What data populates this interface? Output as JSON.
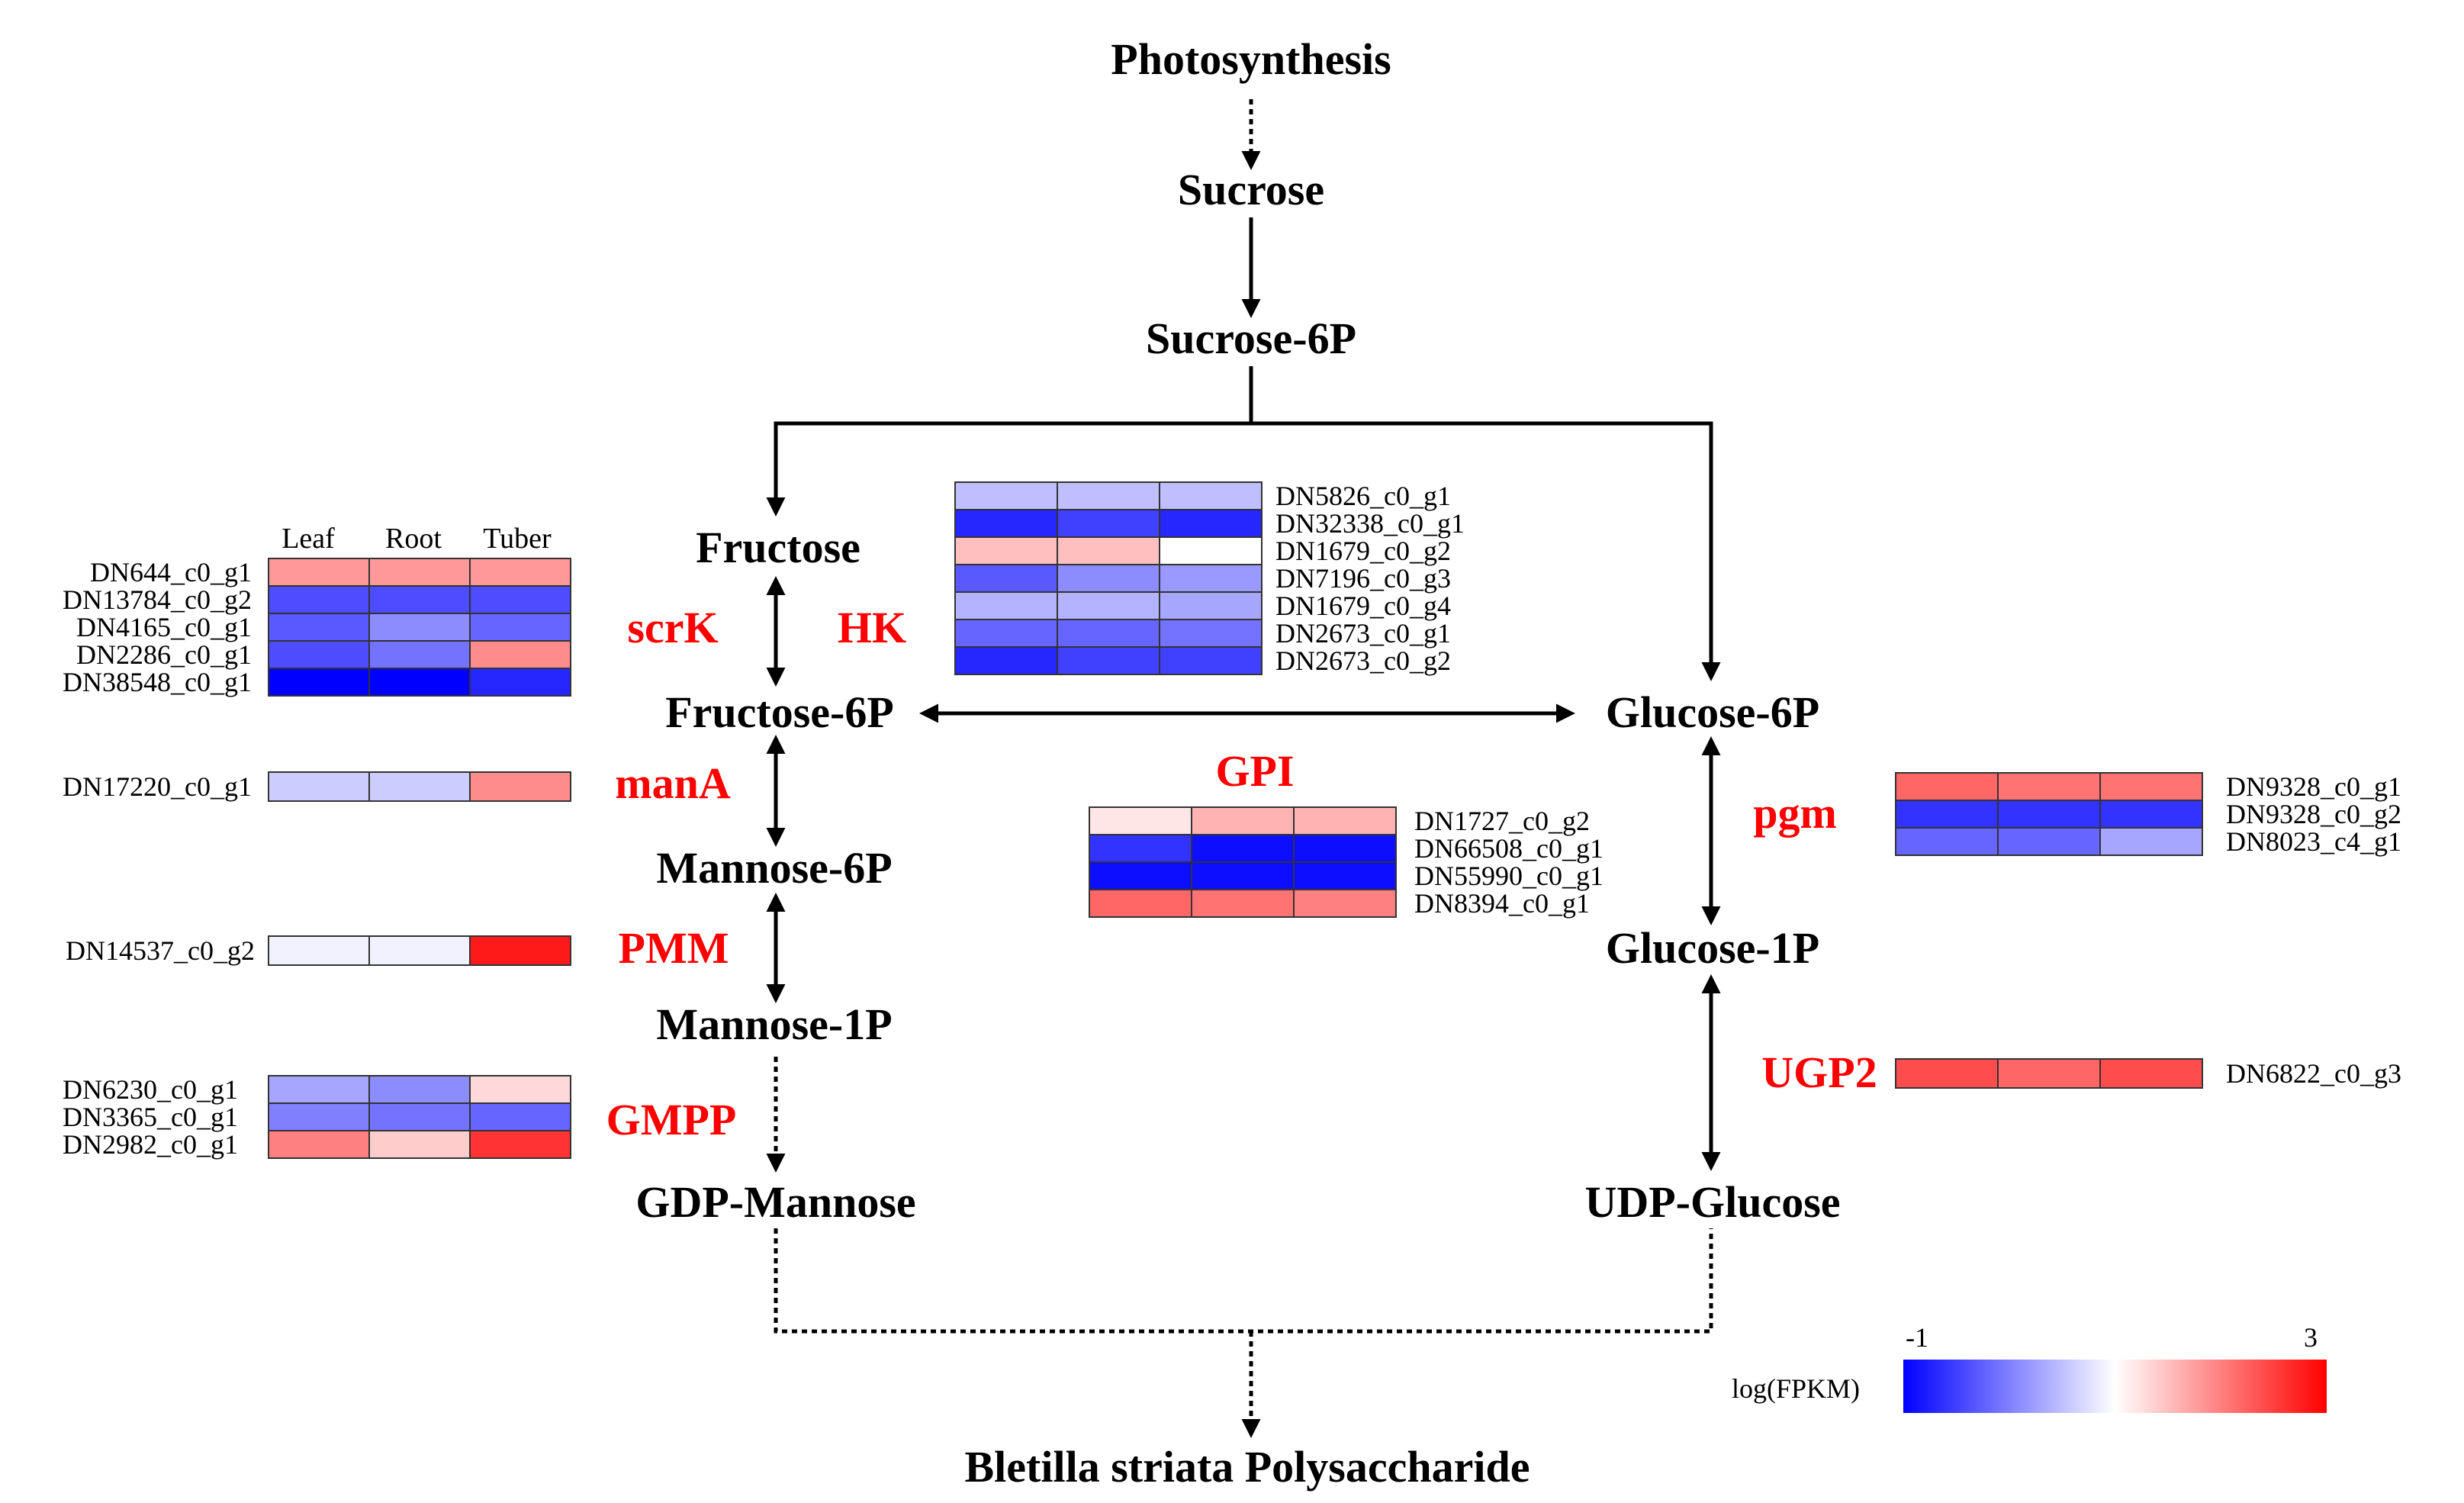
{
  "metabolites": {
    "photosynthesis": "Photosynthesis",
    "sucrose": "Sucrose",
    "sucrose6p": "Sucrose-6P",
    "fructose": "Fructose",
    "fructose6p": "Fructose-6P",
    "glucose6p": "Glucose-6P",
    "mannose6p": "Mannose-6P",
    "mannose1p": "Mannose-1P",
    "glucose1p": "Glucose-1P",
    "gdpmannose": "GDP-Mannose",
    "udpglucose": "UDP-Glucose",
    "product": "Bletilla striata Polysaccharide"
  },
  "enzymes": {
    "scrK": "scrK",
    "HK": "HK",
    "manA": "manA",
    "GPI": "GPI",
    "pgm": "pgm",
    "PMM": "PMM",
    "UGP2": "UGP2",
    "GMPP": "GMPP"
  },
  "columns": [
    "Leaf",
    "Root",
    "Tuber"
  ],
  "heatmaps": {
    "scrK": {
      "genes": [
        "DN644_c0_g1",
        "DN13784_c0_g2",
        "DN4165_c0_g1",
        "DN2286_c0_g1",
        "DN38548_c0_g1"
      ],
      "values": [
        [
          1.8,
          1.8,
          1.8
        ],
        [
          -0.4,
          -0.4,
          -0.4
        ],
        [
          -0.3,
          0.1,
          -0.2
        ],
        [
          -0.4,
          -0.1,
          1.9
        ],
        [
          -1.0,
          -1.0,
          -0.7
        ]
      ]
    },
    "HK": {
      "genes": [
        "DN5826_c0_g1",
        "DN32338_c0_g1",
        "DN1679_c0_g2",
        "DN7196_c0_g3",
        "DN1679_c0_g4",
        "DN2673_c0_g1",
        "DN2673_c0_g2"
      ],
      "values": [
        [
          0.5,
          0.5,
          0.5
        ],
        [
          -0.7,
          -0.5,
          -0.7
        ],
        [
          1.5,
          1.5,
          1.0
        ],
        [
          -0.3,
          0.1,
          0.2
        ],
        [
          0.4,
          0.4,
          0.3
        ],
        [
          -0.2,
          -0.2,
          -0.1
        ],
        [
          -0.7,
          -0.5,
          -0.5
        ]
      ]
    },
    "manA": {
      "genes": [
        "DN17220_c0_g1"
      ],
      "values": [
        [
          0.6,
          0.6,
          1.9
        ]
      ]
    },
    "GPI": {
      "genes": [
        "DN1727_c0_g2",
        "DN66508_c0_g1",
        "DN55990_c0_g1",
        "DN8394_c0_g1"
      ],
      "values": [
        [
          1.2,
          1.6,
          1.6
        ],
        [
          -0.6,
          -0.9,
          -0.9
        ],
        [
          -0.9,
          -0.9,
          -0.9
        ],
        [
          2.2,
          2.1,
          2.0
        ]
      ]
    },
    "pgm": {
      "genes": [
        "DN9328_c0_g1",
        "DN9328_c0_g2",
        "DN8023_c4_g1"
      ],
      "values": [
        [
          2.2,
          2.1,
          2.1
        ],
        [
          -0.6,
          -0.6,
          -0.6
        ],
        [
          -0.2,
          -0.2,
          0.3
        ]
      ]
    },
    "PMM": {
      "genes": [
        "DN14537_c0_g2"
      ],
      "values": [
        [
          0.9,
          0.9,
          2.8
        ]
      ]
    },
    "UGP2": {
      "genes": [
        "DN6822_c0_g3"
      ],
      "values": [
        [
          2.4,
          2.2,
          2.4
        ]
      ]
    },
    "GMPP": {
      "genes": [
        "DN6230_c0_g1",
        "DN3365_c0_g1",
        "DN2982_c0_g1"
      ],
      "values": [
        [
          0.3,
          0.1,
          1.3
        ],
        [
          0.0,
          -0.1,
          -0.2
        ],
        [
          2.0,
          1.4,
          2.6
        ]
      ]
    }
  },
  "legend": {
    "label": "log(FPKM)",
    "min": -1,
    "max": 3,
    "min_label": "-1",
    "max_label": "3",
    "colors": [
      "#0000ff",
      "#ffffff",
      "#ff0000"
    ]
  }
}
